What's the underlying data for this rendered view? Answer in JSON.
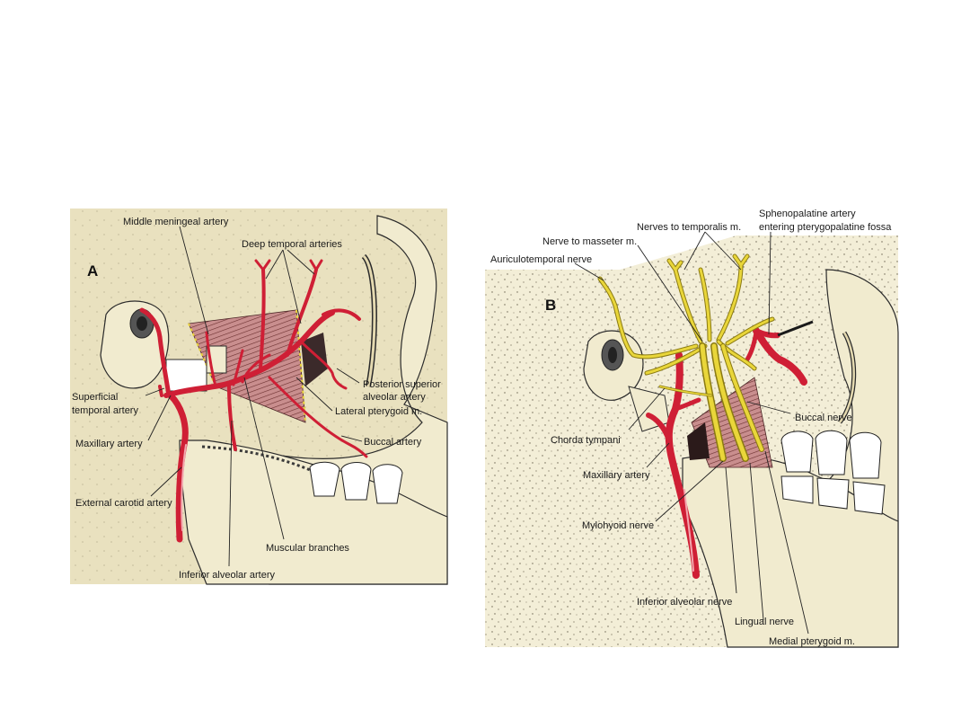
{
  "panel_a": {
    "letter": "A",
    "labels": {
      "middle_meningeal": "Middle meningeal artery",
      "deep_temporal": "Deep temporal arteries",
      "post_sup_alv_1": "Posterior superior",
      "post_sup_alv_2": "alveolar artery",
      "superficial_temporal_1": "Superficial",
      "superficial_temporal_2": "temporal artery",
      "lateral_pterygoid": "Lateral pterygoid m.",
      "maxillary": "Maxillary artery",
      "buccal": "Buccal artery",
      "external_carotid": "External carotid artery",
      "muscular_branches": "Muscular branches",
      "inferior_alveolar": "Inferior alveolar artery"
    }
  },
  "panel_b": {
    "letter": "B",
    "labels": {
      "sphenopalatine_1": "Sphenopalatine artery",
      "sphenopalatine_2": "entering pterygopalatine fossa",
      "nerves_temporalis": "Nerves to temporalis m.",
      "nerve_masseter": "Nerve to masseter m.",
      "auriculotemporal": "Auriculotemporal nerve",
      "buccal_nerve": "Buccal nerve",
      "chorda_tympani": "Chorda tympani",
      "maxillary": "Maxillary artery",
      "mylohyoid": "Mylohyoid nerve",
      "inferior_alveolar_nerve": "Inferior alveolar nerve",
      "lingual_nerve": "Lingual nerve",
      "medial_pterygoid": "Medial pterygoid m."
    }
  },
  "colors": {
    "artery": "#cf1f35",
    "nerve": "#e9d63a",
    "bone": "#f1ebcf",
    "background_a": "#e9e1bf",
    "background_b": "#f3eed7",
    "muscle": "#b77b7b"
  }
}
